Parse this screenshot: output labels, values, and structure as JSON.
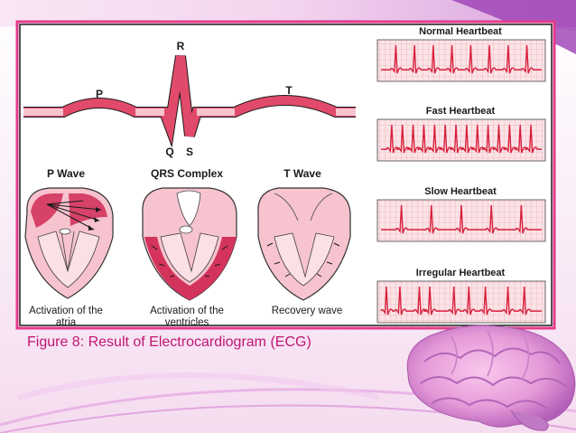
{
  "colors": {
    "accent_pink": "#e33a8a",
    "magenta": "#c01572",
    "wave_fill": "#e14a6a",
    "grid_bg": "#fbe3e6",
    "grid_line": "#e8a0aa",
    "ecg_trace": "#d8203c",
    "heart_pale": "#f6c3cf",
    "heart_dark": "#d4345c"
  },
  "wave": {
    "label_p": "P",
    "label_q": "Q",
    "label_r": "R",
    "label_s": "S",
    "label_t": "T"
  },
  "panels": [
    {
      "title": "P Wave",
      "caption_line1": "Activation of the",
      "caption_line2": "atria"
    },
    {
      "title": "QRS Complex",
      "caption_line1": "Activation of the",
      "caption_line2": "ventricles"
    },
    {
      "title": "T Wave",
      "caption_line1": "Recovery wave",
      "caption_line2": ""
    }
  ],
  "rhythms": [
    {
      "title": "Normal Heartbeat",
      "beats": 8
    },
    {
      "title": "Fast Heartbeat",
      "beats": 14
    },
    {
      "title": "Slow Heartbeat",
      "beats": 5
    },
    {
      "title": "Irregular Heartbeat",
      "beats": 9
    }
  ],
  "caption": "Figure 8: Result of Electrocardiogram (ECG)",
  "icons": [
    "brain-icon"
  ]
}
